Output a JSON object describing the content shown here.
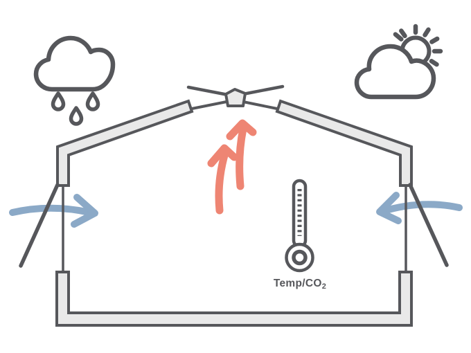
{
  "diagram": {
    "sensor_label": {
      "main": "Temp/CO",
      "sub": "2"
    },
    "colors": {
      "background": "#FFFFFF",
      "outline": "#56575B",
      "fill_light": "#E9E9E9",
      "intake_arrow": "#8BA9C7",
      "exhaust_arrow": "#EE8573"
    },
    "icons": {
      "left_weather": "rain-cloud-icon",
      "right_weather": "sun-behind-cloud-icon",
      "sensor": "thermometer-icon"
    },
    "airflow": {
      "intake_left": "curved-arrow-pointing-right",
      "intake_right": "curved-arrow-pointing-left",
      "exhaust": "two-arrows-pointing-up"
    }
  }
}
